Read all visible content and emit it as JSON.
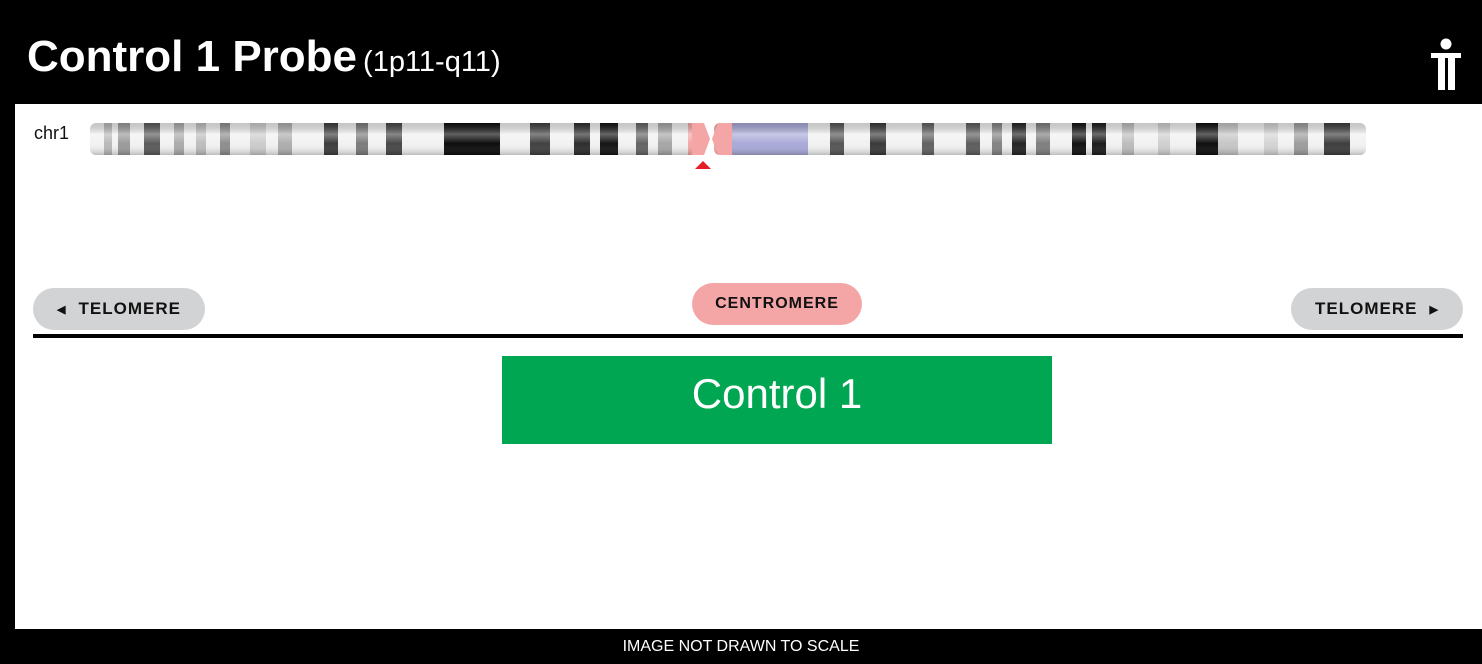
{
  "header": {
    "title": "Control 1 Probe",
    "location": "(1p11-q11)",
    "icon": "person-info-icon"
  },
  "chromosome": {
    "label": "chr1",
    "centromere_color": "#f4a6a7",
    "heterochromatin_color": "#a9a9d9",
    "marker_color": "#e31e24"
  },
  "orientation": {
    "left_label": "TELOMERE",
    "center_label": "CENTROMERE",
    "right_label": "TELOMERE",
    "left_icon": "triangle-left-icon",
    "right_icon": "triangle-right-icon"
  },
  "probe": {
    "label": "Control 1",
    "color": "#00a651"
  },
  "footer": {
    "note": "IMAGE NOT DRAWN TO SCALE"
  }
}
